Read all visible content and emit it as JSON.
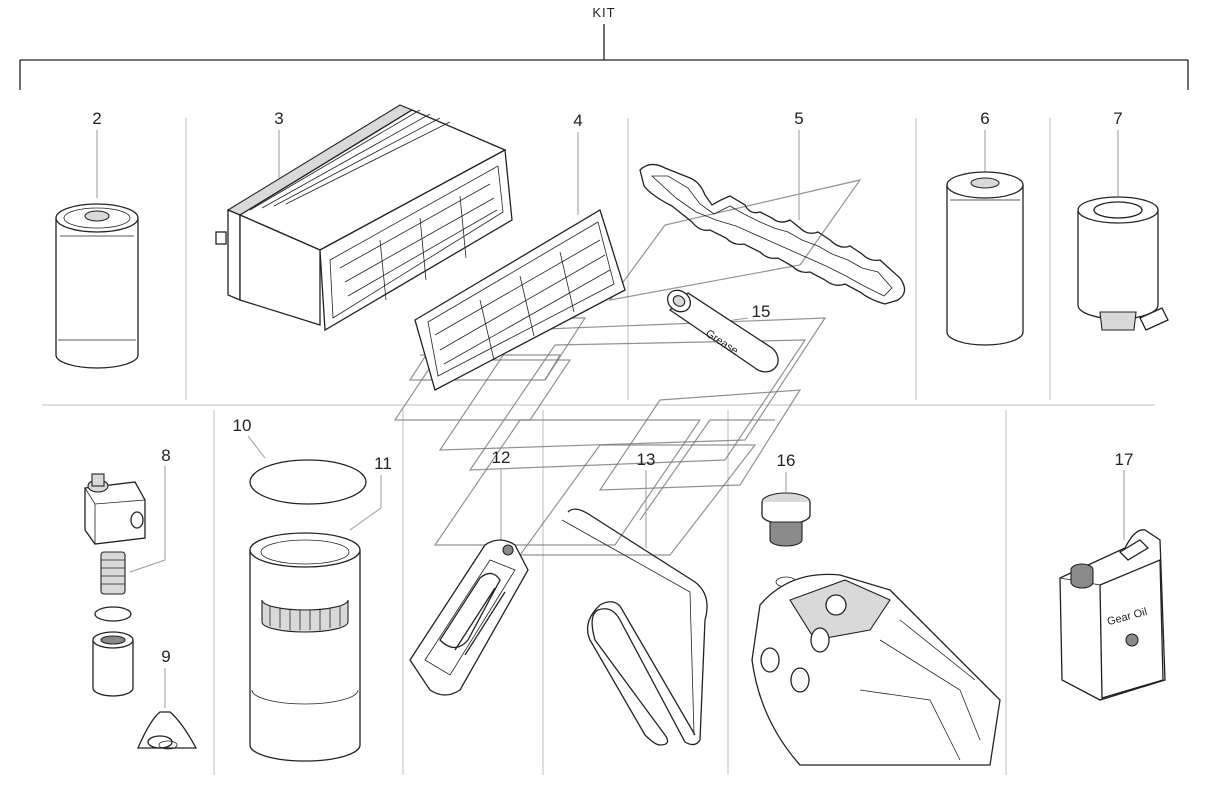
{
  "kit_label": "KIT",
  "callouts": {
    "c2": "2",
    "c3": "3",
    "c4": "4",
    "c5": "5",
    "c6": "6",
    "c7": "7",
    "c8": "8",
    "c9": "9",
    "c10": "10",
    "c11": "11",
    "c12": "12",
    "c13": "13",
    "c15": "15",
    "c16": "16",
    "c17": "17"
  },
  "product_labels": {
    "grease": "Grease",
    "gear_oil": "Gear Oil"
  }
}
